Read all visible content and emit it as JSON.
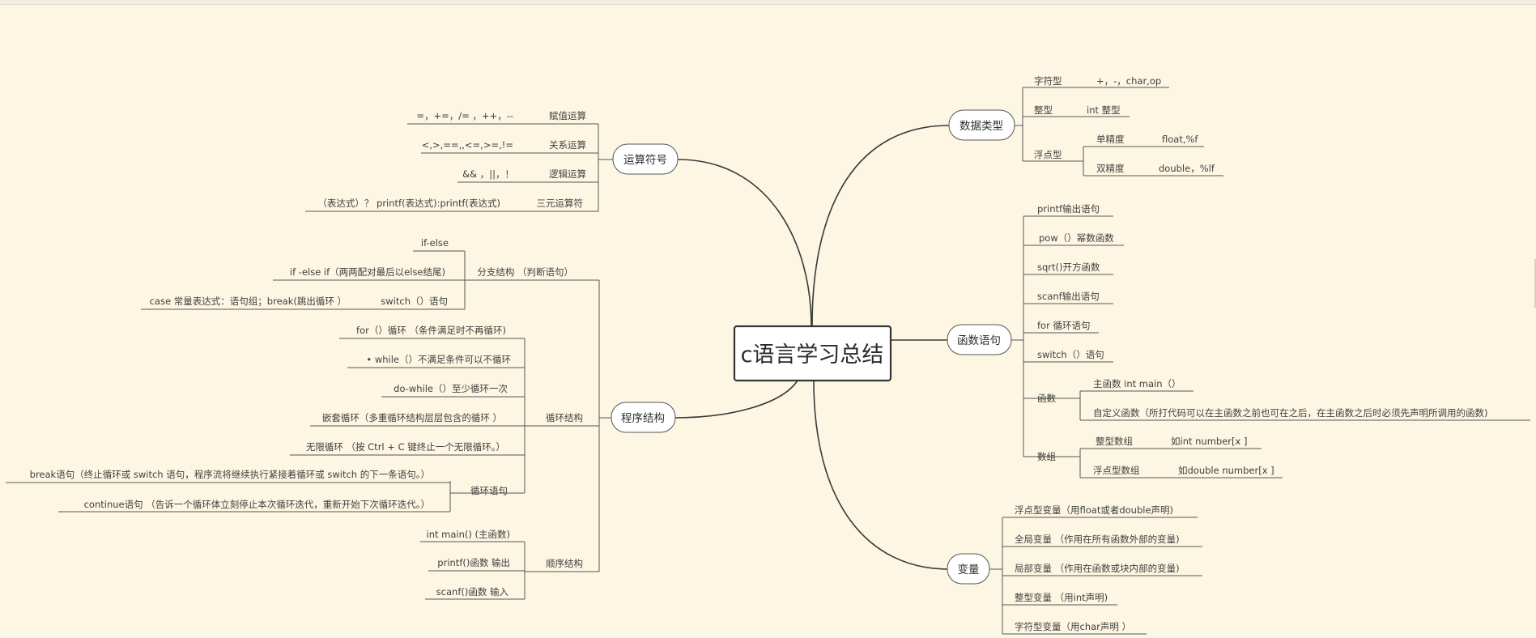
{
  "root": "c语言学习总结",
  "branches": {
    "operators": {
      "label": "运算符号",
      "items": [
        {
          "name": "赋值运算",
          "detail": "=，+=，/= ，++，--"
        },
        {
          "name": "关系运算",
          "detail": "<,>,==,,<=,>=,!="
        },
        {
          "name": "逻辑运算",
          "detail": "&& ，||，！"
        },
        {
          "name": "三元运算符",
          "detail": "（表达式）？ printf(表达式):printf(表达式)"
        }
      ]
    },
    "program_structure": {
      "label": "程序结构",
      "branching": {
        "label": "分支结构 （判断语句）",
        "items": [
          "if-else",
          "if -else if（两两配对最后以else结尾)"
        ],
        "switch": {
          "label": "switch（）语句",
          "detail": "case 常量表达式：语句组；break(跳出循环 ）"
        }
      },
      "loops": {
        "label": "循环结构",
        "items": [
          "for（）循环 （条件满足时不再循环)",
          "•  while（）不满足条件可以不循环",
          "do-while（）至少循环一次",
          "嵌套循环（多重循环结构层层包含的循环 ）",
          "无限循环 （按 Ctrl + C 键终止一个无限循环。）"
        ],
        "loop_stmt": {
          "label": "循环语句",
          "items": [
            "break语句（终止循环或 switch 语句，程序流将继续执行紧接着循环或 switch 的下一条语句。）",
            "continue语句 （告诉一个循环体立刻停止本次循环迭代，重新开始下次循环迭代。）"
          ]
        }
      },
      "sequence": {
        "label": "顺序结构",
        "items": [
          "int main() (主函数)",
          "printf()函数 输出",
          "scanf()函数  输入"
        ]
      }
    },
    "data_types": {
      "label": "数据类型",
      "char": {
        "label": "字符型",
        "detail": "+，-，char,op"
      },
      "int": {
        "label": "整型",
        "detail": "int 整型"
      },
      "float": {
        "label": "浮点型",
        "single": {
          "label": "单精度",
          "detail": "float,%f"
        },
        "double": {
          "label": "双精度",
          "detail": "double，%lf"
        }
      }
    },
    "functions": {
      "label": "函数语句",
      "items": [
        "printf输出语句",
        "pow（）幂数函数",
        "sqrt()开方函数",
        "scanf输出语句",
        "for 循环语句",
        "switch（）语句"
      ],
      "func": {
        "label": "函数",
        "main": "主函数 int main（）",
        "custom": "自定义函数（所打代码可以在主函数之前也可在之后，在主函数之后时必须先声明所调用的函数)"
      },
      "arrays": {
        "label": "数组",
        "int": {
          "label": "整型数组",
          "detail": "如int  number[x ]"
        },
        "float": {
          "label": "浮点型数组",
          "detail": "如double  number[x ]"
        }
      }
    },
    "variables": {
      "label": "变量",
      "items": [
        "浮点型变量（用float或者double声明)",
        "全局变量 （作用在所有函数外部的变量)",
        "局部变量 （作用在函数或块内部的变量)",
        "整型变量 （用int声明)",
        "字符型变量（用char声明 ）"
      ]
    }
  }
}
